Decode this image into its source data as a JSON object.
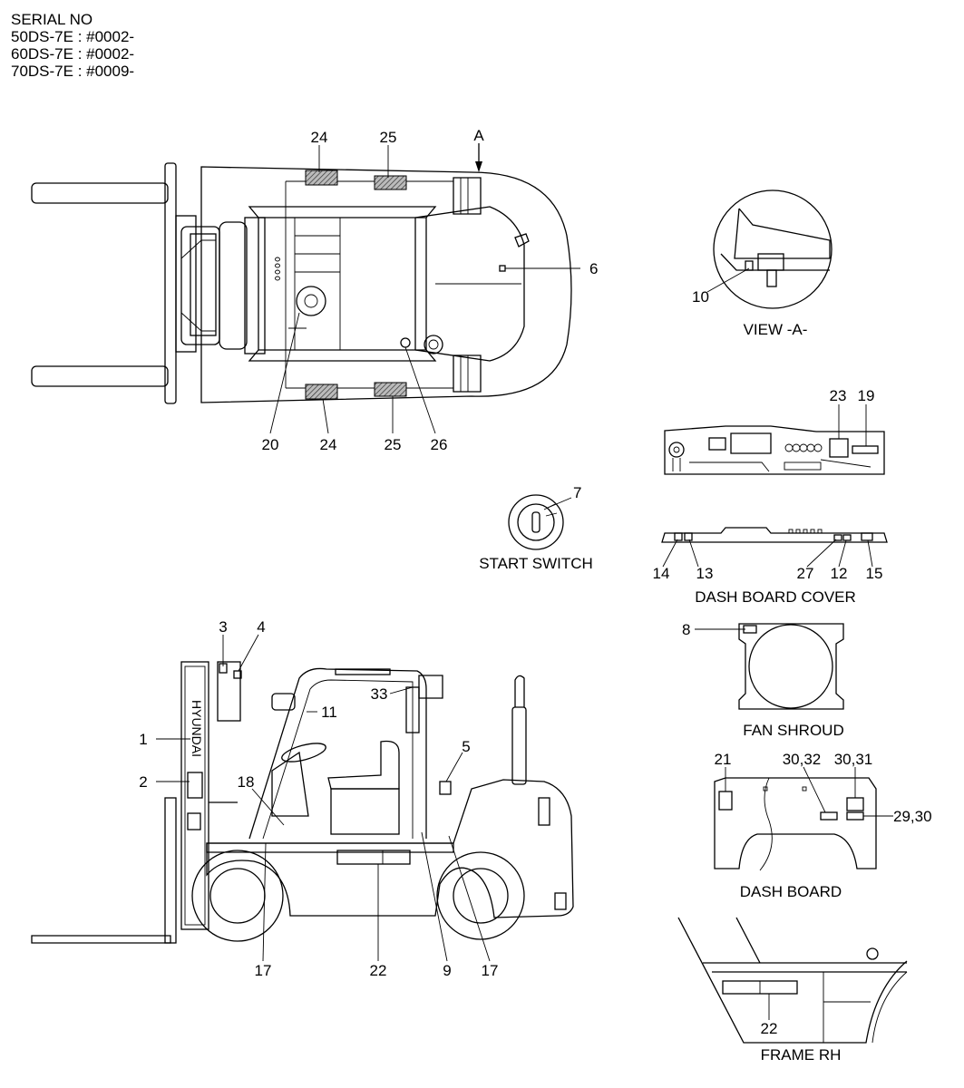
{
  "serial": {
    "heading": "SERIAL NO",
    "lines": [
      "50DS-7E : #0002-",
      "60DS-7E : #0002-",
      "70DS-7E : #0009-"
    ]
  },
  "captions": {
    "view_a": "VIEW  -A-",
    "start_switch": "START SWITCH",
    "dash_board_cover": "DASH BOARD COVER",
    "fan_shroud": "FAN SHROUD",
    "dash_board": "DASH BOARD",
    "frame_rh": "FRAME RH",
    "view_marker": "A",
    "brand_text": "HYUNDAI"
  },
  "callouts": {
    "top_24_upper": "24",
    "top_25_upper": "25",
    "top_6": "6",
    "top_20": "20",
    "top_24_lower": "24",
    "top_25_lower": "25",
    "top_26": "26",
    "view_10": "10",
    "cover_23": "23",
    "cover_19": "19",
    "switch_7": "7",
    "dbc_14": "14",
    "dbc_13": "13",
    "dbc_27": "27",
    "dbc_12": "12",
    "dbc_15": "15",
    "fan_8": "8",
    "side_3": "3",
    "side_4": "4",
    "side_1": "1",
    "side_2": "2",
    "side_18": "18",
    "side_11": "11",
    "side_33": "33",
    "side_5": "5",
    "side_17a": "17",
    "side_22": "22",
    "side_9": "9",
    "side_17b": "17",
    "db_21": "21",
    "db_30_32": "30,32",
    "db_30_31": "30,31",
    "db_29_30": "29,30",
    "frame_22": "22"
  }
}
